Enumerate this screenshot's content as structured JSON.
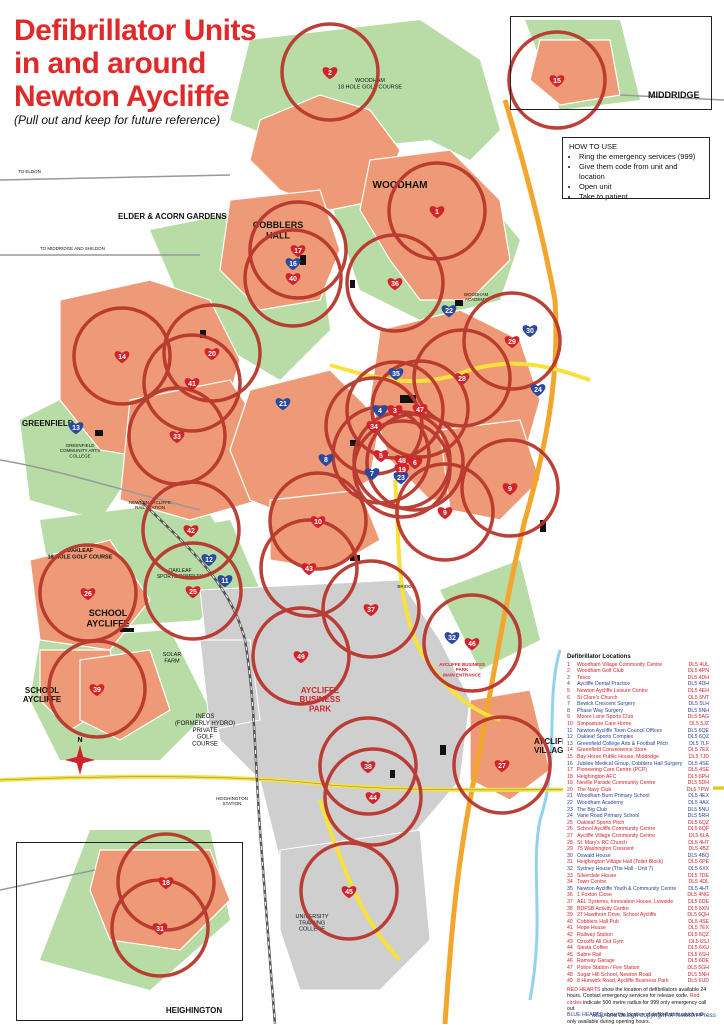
{
  "title": {
    "line1": "Defibrillator Units",
    "line2": "in and around",
    "line3": "Newton Aycliffe"
  },
  "subtitle": "(Pull out and keep for future reference)",
  "howto": {
    "heading": "HOW TO USE",
    "steps": [
      "Ring the emergency services (999)",
      "Give them code from unit and location",
      "Open unit",
      "Take to patient"
    ]
  },
  "places": {
    "woodham_golf": "WOODHAM\n18 HOLE GOLF COURSE",
    "woodham": "WOODHAM",
    "elder_acorn": "ELDER & ACORN GARDENS",
    "cobblers_hall": "COBBLERS\nHALL",
    "greenfield": "GREENFIELD",
    "greenfield_college": "GREENFIELD\nCOMMUNITY ARTS\nCOLLEGE",
    "oakleaf_golf": "OAKLEAF\n18 HOLE GOLF COURSE",
    "oakleaf_sports": "OAKLEAF\nSPORTS COMPLEX",
    "school_aycliffe": "SCHOOL\nAYCLIFFE",
    "school_aycliffe_2": "SCHOOL\nAYCLIFFE",
    "ineos_golf": "INEOS\n(FORMERLY HYDRO)\nPRIVATE\nGOLF\nCOURSE",
    "solar_farm": "SOLAR\nFARM",
    "aycliffe_business_park": "AYCLIFFE\nBUSINESS\nPARK",
    "business_park_entrance": "AYCLIFFE BUSINESS\nPARK\nMAIN ENTRANCE",
    "aycliffe_village": "AYCLIFFE\nVILLAGE",
    "middridge": "MIDDRIDGE",
    "heighington": "HEIGHINGTON",
    "university_college": "UNIVERSITY\nTRAINING\nCOLLEGE",
    "to_eldon": "TO ELDON",
    "to_middridge_shildon": "TO MIDDRIDGE AND SHILDON",
    "heighington_station": "HEIGHINGTON\nSTATION",
    "woodham_academy": "WOODHAM\nACADEMY",
    "newton_aycliffe_station": "NEWTON AYCLIFFE\nRAIL STATION",
    "brigde": "BRIDGE",
    "compass_n": "N"
  },
  "markers": {
    "red": [
      {
        "n": "1"
      },
      {
        "n": "2"
      },
      {
        "n": "3"
      },
      {
        "n": "5"
      },
      {
        "n": "6"
      },
      {
        "n": "9"
      },
      {
        "n": "9"
      },
      {
        "n": "10"
      },
      {
        "n": "14"
      },
      {
        "n": "15"
      },
      {
        "n": "17"
      },
      {
        "n": "18"
      },
      {
        "n": "19"
      },
      {
        "n": "20"
      },
      {
        "n": "25"
      },
      {
        "n": "26"
      },
      {
        "n": "27"
      },
      {
        "n": "28"
      },
      {
        "n": "29"
      },
      {
        "n": "31"
      },
      {
        "n": "33"
      },
      {
        "n": "34"
      },
      {
        "n": "36"
      },
      {
        "n": "37"
      },
      {
        "n": "38"
      },
      {
        "n": "39"
      },
      {
        "n": "40"
      },
      {
        "n": "41"
      },
      {
        "n": "42"
      },
      {
        "n": "43"
      },
      {
        "n": "44"
      },
      {
        "n": "45"
      },
      {
        "n": "46"
      },
      {
        "n": "47"
      },
      {
        "n": "48"
      },
      {
        "n": "49"
      }
    ],
    "blue": [
      {
        "n": "4"
      },
      {
        "n": "7"
      },
      {
        "n": "8"
      },
      {
        "n": "11"
      },
      {
        "n": "12"
      },
      {
        "n": "13"
      },
      {
        "n": "16"
      },
      {
        "n": "21"
      },
      {
        "n": "22"
      },
      {
        "n": "23"
      },
      {
        "n": "24"
      },
      {
        "n": "30"
      },
      {
        "n": "32"
      },
      {
        "n": "35"
      }
    ]
  },
  "legend": {
    "heading": "Defibrillator Locations",
    "items": [
      {
        "n": "1",
        "name": "Woodham Village Community Centre",
        "code": "DL5 4UL",
        "color": "red"
      },
      {
        "n": "2",
        "name": "Woodham Golf Club",
        "code": "DL5 4PN",
        "color": "red"
      },
      {
        "n": "3",
        "name": "Tesco",
        "code": "DL5 4DH",
        "color": "red"
      },
      {
        "n": "4",
        "name": "Aycliffe Dental Practice",
        "code": "DL5 4DH",
        "color": "blue"
      },
      {
        "n": "5",
        "name": "Newton Aycliffe Leisure Centre",
        "code": "DL5 4EH",
        "color": "red"
      },
      {
        "n": "6",
        "name": "St Clare's Church",
        "code": "DL5 5NT",
        "color": "red"
      },
      {
        "n": "7",
        "name": "Bewick Crescent Surgery",
        "code": "DL5 5LH",
        "color": "blue"
      },
      {
        "n": "8",
        "name": "Phase Way Surgery",
        "code": "DL5 5NH",
        "color": "blue"
      },
      {
        "n": "9",
        "name": "Moore Lane Sports Club",
        "code": "DL5 5AG",
        "color": "red"
      },
      {
        "n": "10",
        "name": "Simpasture Care Home",
        "code": "DL5 5JZ",
        "color": "red"
      },
      {
        "n": "11",
        "name": "Newton Aycliffe Town Council Offices",
        "code": "DL5 6QE",
        "color": "blue"
      },
      {
        "n": "12",
        "name": "Oakleaf Sports Complex",
        "code": "DL5 6QZ",
        "color": "blue"
      },
      {
        "n": "13",
        "name": "Greenfield College Arts & Football Pitch",
        "code": "DL5 7LF",
        "color": "blue"
      },
      {
        "n": "14",
        "name": "Greenfield Convenience Store",
        "code": "DL5 7EX",
        "color": "red"
      },
      {
        "n": "15",
        "name": "Bay Horse Public House, Middridge",
        "code": "DL5 7JD",
        "color": "red"
      },
      {
        "n": "16",
        "name": "Jubilee Medical Group, Cobblers Hall Surgery",
        "code": "DL5 4SE",
        "color": "blue"
      },
      {
        "n": "17",
        "name": "Pioneering Care Centre (PCP)",
        "code": "DL5 4SE",
        "color": "red"
      },
      {
        "n": "18",
        "name": "Heighington AFC",
        "code": "DL5 6PH",
        "color": "red"
      },
      {
        "n": "19",
        "name": "Neville Parade Community Centre",
        "code": "DL5 5DH",
        "color": "red"
      },
      {
        "n": "20",
        "name": "The Navy Club",
        "code": "DL5 7PW",
        "color": "red"
      },
      {
        "n": "21",
        "name": "Woodham Burn Primary School",
        "code": "DL5 4EX",
        "color": "blue"
      },
      {
        "n": "22",
        "name": "Woodham Academy",
        "code": "DL5 4AX",
        "color": "blue"
      },
      {
        "n": "23",
        "name": "The Big Club",
        "code": "DL5 5NU",
        "color": "blue"
      },
      {
        "n": "24",
        "name": "Vane Road Primary School",
        "code": "DL5 5RH",
        "color": "blue"
      },
      {
        "n": "25",
        "name": "Oakleaf Sports Pitch",
        "code": "DL5 6QZ",
        "color": "red"
      },
      {
        "n": "26",
        "name": "School Aycliffe Community Centre",
        "code": "DL5 6QF",
        "color": "red"
      },
      {
        "n": "27",
        "name": "Aycliffe Village Community Centre",
        "code": "DL5 6LA",
        "color": "red"
      },
      {
        "n": "28",
        "name": "St. Mary's RC Church",
        "code": "DL5 4HT",
        "color": "red"
      },
      {
        "n": "29",
        "name": "75 Washington Crescent",
        "code": "DL5 4BZ",
        "color": "red"
      },
      {
        "n": "30",
        "name": "Oswald House",
        "code": "DL5 4BQ",
        "color": "blue"
      },
      {
        "n": "31",
        "name": "Heighington Village Hall (Toilet Block)",
        "code": "DL5 6PE",
        "color": "red"
      },
      {
        "n": "32",
        "name": "Sydney House (The Hall - Unit 7)",
        "code": "DL5 6XX",
        "color": "blue"
      },
      {
        "n": "33",
        "name": "Silverdale House",
        "code": "DL5 7DE",
        "color": "red"
      },
      {
        "n": "34",
        "name": "Town Centre",
        "code": "DL5 4DL",
        "color": "red"
      },
      {
        "n": "35",
        "name": "Newton Aycliffe Youth & Community Centre",
        "code": "DL5 4HT",
        "color": "blue"
      },
      {
        "n": "36",
        "name": "1 Foxton Close",
        "code": "DL5 4NG",
        "color": "red"
      },
      {
        "n": "37",
        "name": "AEL Systems, Innovation House, Lewside",
        "code": "DL5 6DE",
        "color": "red"
      },
      {
        "n": "38",
        "name": "BDFSB Activity Centre",
        "code": "DL5 6XN",
        "color": "red"
      },
      {
        "n": "39",
        "name": "27 Hawthorn Drive, School Aycliffe",
        "code": "DL5 6QH",
        "color": "red"
      },
      {
        "n": "40",
        "name": "Cobblers Hall Pub",
        "code": "DL5 4SE",
        "color": "red"
      },
      {
        "n": "41",
        "name": "Hope House",
        "code": "DL5 7EX",
        "color": "red"
      },
      {
        "n": "42",
        "name": "Railway Station",
        "code": "DL5 6QZ",
        "color": "red"
      },
      {
        "n": "43",
        "name": "Ozcoffs All Out Gym",
        "code": "DL5 6SJ",
        "color": "red"
      },
      {
        "n": "44",
        "name": "Siesta Coffee",
        "code": "DL5 6XU",
        "color": "red"
      },
      {
        "n": "45",
        "name": "Sabre Rail",
        "code": "DL5 6SH",
        "color": "red"
      },
      {
        "n": "46",
        "name": "Ramsay Garage",
        "code": "DL5 6DE",
        "color": "red"
      },
      {
        "n": "47",
        "name": "Police Station / Fire Station",
        "code": "DL5 5GH",
        "color": "red"
      },
      {
        "n": "48",
        "name": "Sugar Hill School, Newton Road",
        "code": "DL5 5NH",
        "color": "red"
      },
      {
        "n": "49",
        "name": "8 Hunwick Road, Aycliffe Business Park",
        "code": "DL5 6UD",
        "color": "red"
      }
    ],
    "note_red_hearts_1": "RED HEARTS",
    "note_red_hearts_2": " show the location of defibrillators available 24 hours. Contact emergency services for release code. ",
    "note_red_circles_1": "Red circles",
    "note_red_circles_2": " indicate 500 metre radius for 999 only emergency call out.",
    "note_blue_1": "BLUE HEARTS",
    "note_blue_2": " show the location of defibrillators which are only available during opening hours."
  },
  "credit": "Map and design copyright of Newton Press",
  "colors": {
    "title_red": "#e02a2a",
    "housing": "#ef9a76",
    "green": "#b7dca5",
    "industry": "#cfcfcf",
    "road_yellow": "#f7e13a",
    "road_orange": "#f3a62d",
    "circle": "#b8362c",
    "marker_red": "#d2232a",
    "marker_blue": "#2a4aa0",
    "water": "#8fd3f0"
  }
}
